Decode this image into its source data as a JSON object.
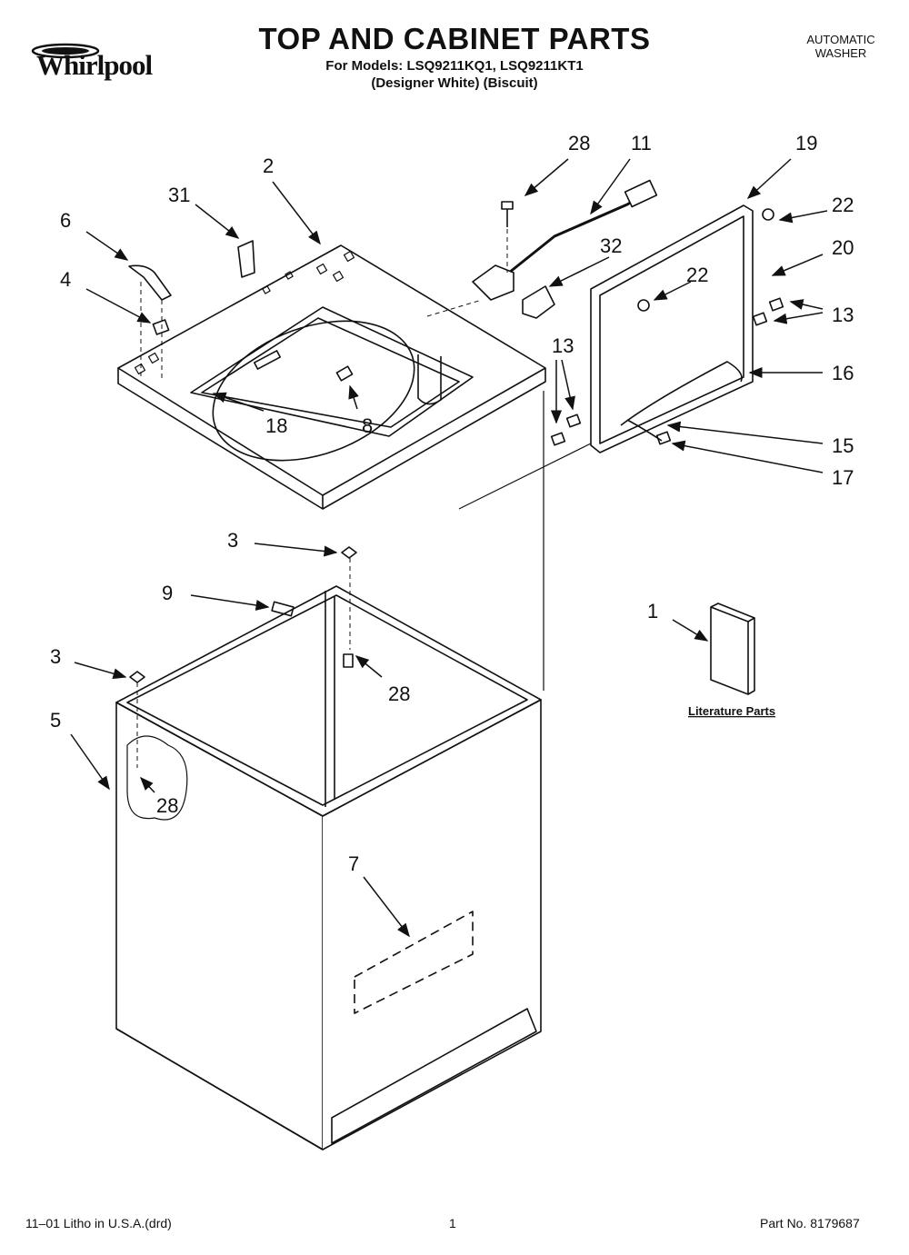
{
  "header": {
    "brand": "Whirlpool",
    "title": "TOP AND CABINET PARTS",
    "models_line": "For Models: LSQ9211KQ1, LSQ9211KT1",
    "colors_line": "(Designer White)  (Biscuit)",
    "product_line1": "AUTOMATIC",
    "product_line2": "WASHER"
  },
  "callouts": {
    "p28a": "28",
    "p11": "11",
    "p19": "19",
    "p2": "2",
    "p31": "31",
    "p6": "6",
    "p22a": "22",
    "p32": "32",
    "p20": "20",
    "p4": "4",
    "p22b": "22",
    "p13a": "13",
    "p13b": "13",
    "p16": "16",
    "p18": "18",
    "p8": "8",
    "p15": "15",
    "p17": "17",
    "p3a": "3",
    "p9": "9",
    "p1": "1",
    "p28b": "28",
    "p3b": "3",
    "p5": "5",
    "p28c": "28",
    "p7": "7"
  },
  "literature_label": "Literature Parts",
  "footer": {
    "litho": "11–01 Litho in U.S.A.(drd)",
    "page": "1",
    "part_no": "Part No. 8179687"
  }
}
